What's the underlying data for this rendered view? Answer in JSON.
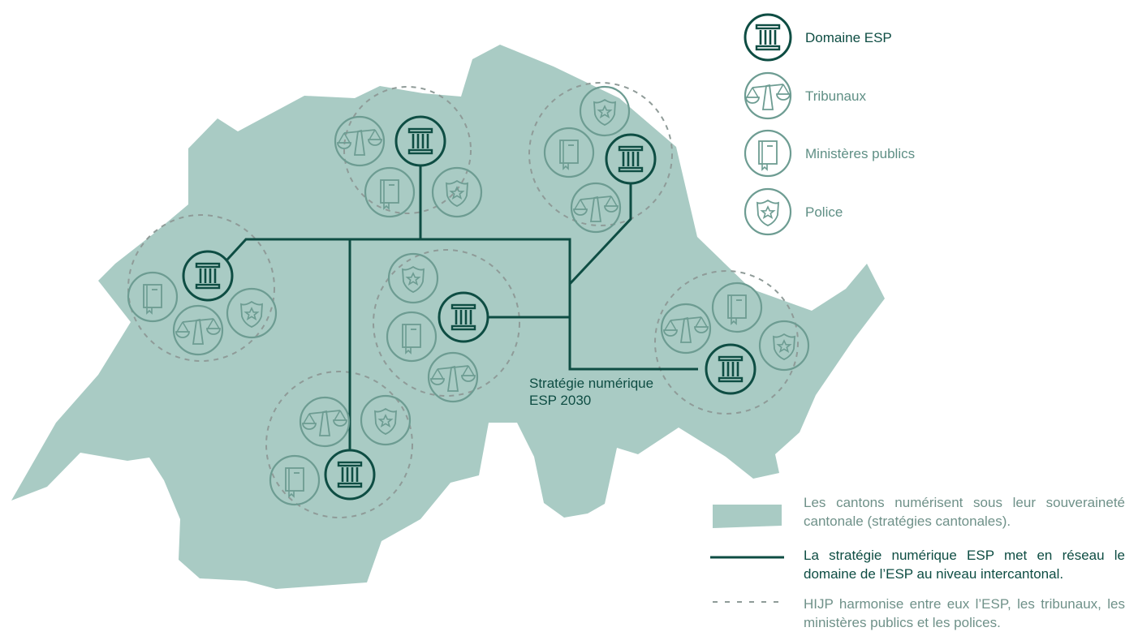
{
  "colors": {
    "map_fill": "#a9cbc4",
    "primary": "#0e4d43",
    "secondary": "#6d9c92",
    "dashed": "#8f9b98",
    "legend_grey_text": "#6f9189"
  },
  "center_label": {
    "line1": "Stratégie numérique",
    "line2": "ESP 2030"
  },
  "icon_legend": [
    {
      "icon": "pillars-icon",
      "label": "Domaine ESP"
    },
    {
      "icon": "scales-icon",
      "label": "Tribunaux"
    },
    {
      "icon": "book-icon",
      "label": "Ministères publics"
    },
    {
      "icon": "shield-star-icon",
      "label": "Police"
    }
  ],
  "notes": {
    "cantons": "Les cantons numérisent sous leur souverai­neté cantonale (stratégies cantonales).",
    "network": "La stratégie numérique ESP met en réseau le domaine de l’ESP au niveau intercantonal.",
    "hijp": "HIJP harmonise entre eux l’ESP, les tribu­naux, les ministères publics et les polices."
  }
}
